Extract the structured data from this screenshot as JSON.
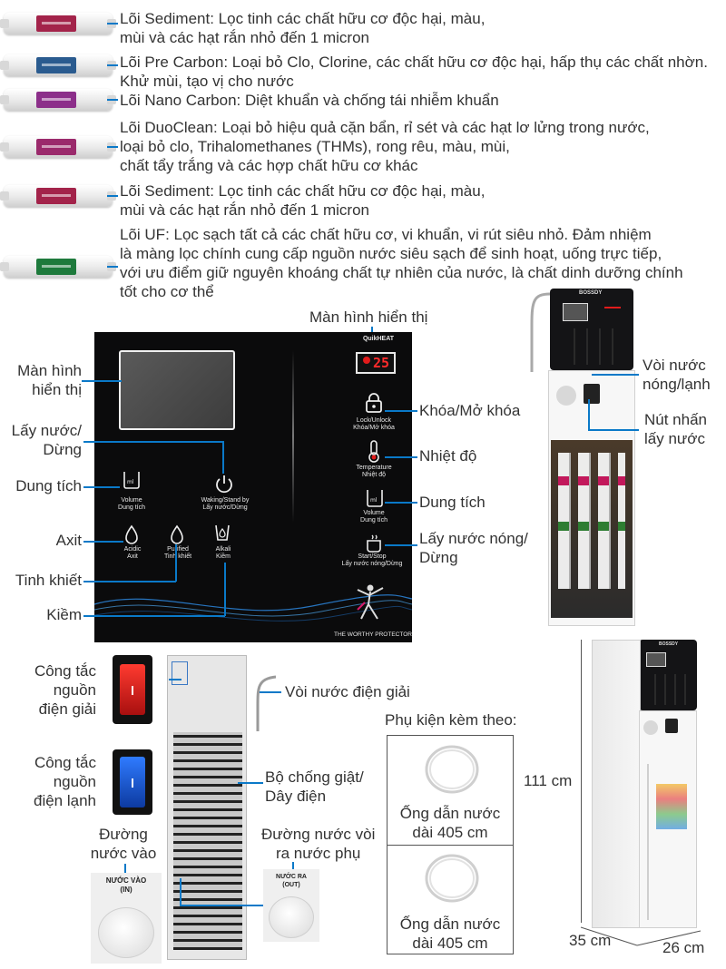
{
  "filters": [
    {
      "name": "sediment-1",
      "band_color": "#a3234a",
      "lines": [
        "Lõi Sediment: Lọc tinh các chất hữu cơ độc hại, màu,",
        "mùi và các hạt rắn nhỏ đến 1 micron"
      ]
    },
    {
      "name": "pre-carbon",
      "band_color": "#2a5b8f",
      "lines": [
        "Lõi Pre Carbon: Loại bỏ Clo, Clorine, các chất hữu cơ độc hại, hấp thụ các chất nhờn.",
        "Khử mùi, tạo vị cho nước"
      ]
    },
    {
      "name": "nano-carbon",
      "band_color": "#8c2f8a",
      "lines": [
        "Lõi Nano Carbon: Diệt khuẩn và chống tái nhiễm khuẩn"
      ]
    },
    {
      "name": "duoclean",
      "band_color": "#9b2a6c",
      "lines": [
        "Lõi DuoClean: Loại bỏ hiệu quả cặn bẩn, rỉ sét và các hạt lơ lửng trong nước,",
        "loại bỏ clo, Trihalomethanes (THMs), rong rêu, màu, mùi,",
        "chất tẩy trắng và các hợp chất hữu cơ khác"
      ]
    },
    {
      "name": "sediment-2",
      "band_color": "#a3234a",
      "lines": [
        "Lõi Sediment: Lọc tinh các chất hữu cơ độc hại, màu,",
        "mùi và các hạt rắn nhỏ đến 1 micron"
      ]
    },
    {
      "name": "uf",
      "band_color": "#1e7a3c",
      "lines": [
        "Lõi UF: Lọc sạch tất cả các chất hữu cơ, vi khuẩn, vi rút siêu nhỏ. Đảm nhiệm",
        "là màng lọc chính cung cấp nguồn nước siêu sạch để sinh hoạt, uống trực tiếp,",
        "với ưu điểm giữ nguyên khoáng chất tự nhiên của nước, là chất dinh dưỡng chính",
        "tốt cho cơ thể"
      ]
    }
  ],
  "panel": {
    "top_label": "Màn hình hiển thị",
    "quikheat": "QuikHEAT",
    "display_value": "25",
    "icons": {
      "lock": "Lock/Unlock\nKhóa/Mở khóa",
      "temperature": "Temperature\nNhiệt độ",
      "volume_right": "Volume\nDung tích",
      "start_stop": "Start/Stop\nLấy nước nóng/Dừng",
      "volume_left": "Volume\nDung tích",
      "waking": "Waking/Stand by\nLấy nước/Dừng",
      "acidic": "Acidic\nAxit",
      "purified": "Purified\nTinh khiết",
      "alkali": "Alkali\nKiềm"
    },
    "protector": "THE WORTHY PROTECTOR",
    "left_labels": {
      "screen": "Màn hình\nhiển thị",
      "dispense": "Lấy nước/\nDừng",
      "volume": "Dung tích",
      "acid": "Axit",
      "pure": "Tinh khiết",
      "alkaline": "Kiềm"
    },
    "right_labels": {
      "lock": "Khóa/Mở khóa",
      "temperature": "Nhiệt độ",
      "volume": "Dung tích",
      "hot": "Lấy nước nóng/\nDừng"
    }
  },
  "product": {
    "brand": "BOSSDY",
    "faucet": "Vòi nước\nnóng/lạnh",
    "button": "Nút nhấn\nlấy nước",
    "height": "111 cm",
    "depth": "35 cm",
    "width": "26 cm"
  },
  "rear": {
    "power_electrolysis": "Công tắc\nnguồn\nđiện giải",
    "power_cooling": "Công tắc\nnguồn\nđiện lạnh",
    "faucet": "Vòi nước điện giải",
    "surge": "Bộ chống giật/\nDây điện",
    "inlet": "Đường\nnước vào",
    "outlet": "Đường nước vòi\nra nước phụ",
    "inlet_cap": "NƯỚC VÀO\n(IN)",
    "outlet_cap": "NƯỚC RA\n(OUT)"
  },
  "accessories": {
    "title": "Phụ kiện kèm theo:",
    "items": [
      "Ống dẫn nước\ndài 405 cm",
      "Ống dẫn nước\ndài 405 cm"
    ]
  }
}
